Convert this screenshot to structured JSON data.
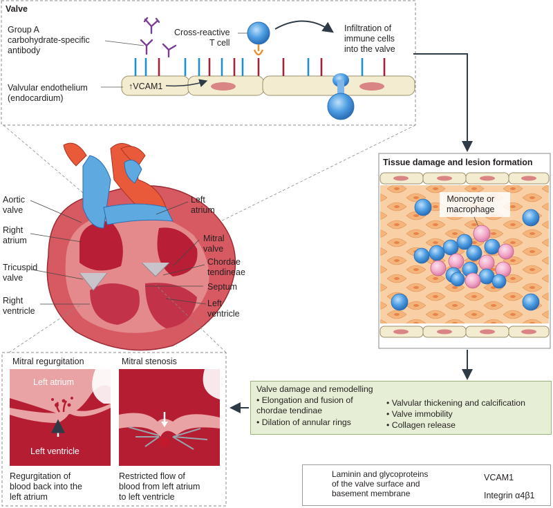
{
  "valve": {
    "title": "Valve",
    "antibody_label": "Group A\ncarbohydrate-specific\nantibody",
    "tcell_label": "Cross-reactive\nT cell",
    "infiltration_label": "Infiltration of\nimmune cells\ninto the valve",
    "endothelium_label": "Valvular endothelium\n(endocardium)",
    "vcam_label": "↑VCAM1"
  },
  "heart": {
    "aortic_valve": "Aortic\nvalve",
    "right_atrium": "Right\natrium",
    "tricuspid_valve": "Tricuspid\nvalve",
    "right_ventricle": "Right\nventricle",
    "left_atrium": "Left\natrium",
    "mitral_valve": "Mitral\nvalve",
    "chordae": "Chordae\ntendineae",
    "septum": "Septum",
    "left_ventricle": "Left\nventricle"
  },
  "tissue": {
    "title": "Tissue damage and lesion formation",
    "monocyte_label": "Monocyte or\nmacrophage"
  },
  "remodelling": {
    "title": "Valve damage and remodelling",
    "left_items": [
      "• Elongation and fusion of\n   chordae tendinae",
      "• Dilation of annular rings"
    ],
    "right_items": [
      "• Valvular thickening and calcification",
      "• Valve immobility",
      "• Collagen release"
    ]
  },
  "mitral": {
    "regurgitation_title": "Mitral regurgitation",
    "stenosis_title": "Mitral stenosis",
    "left_atrium": "Left atrium",
    "left_ventricle": "Left ventricle",
    "regurgitation_caption": "Regurgitation of\nblood back into the\nleft atrium",
    "stenosis_caption": "Restricted flow of\nblood from left atrium\nto left ventricle"
  },
  "legend": {
    "laminin": "Laminin and glycoproteins\nof the valve surface and\nbasement membrane",
    "vcam": "VCAM1",
    "integrin": "Integrin α4β1"
  },
  "colors": {
    "laminin_blue": "#1f8fd0",
    "vcam_red": "#a3213a",
    "integrin_orange": "#e8902a",
    "cell_blue": "#3b8fd8",
    "tissue_orange": "#f4b37a",
    "heart_red": "#c8283a",
    "green_box": "#e6efd6"
  }
}
